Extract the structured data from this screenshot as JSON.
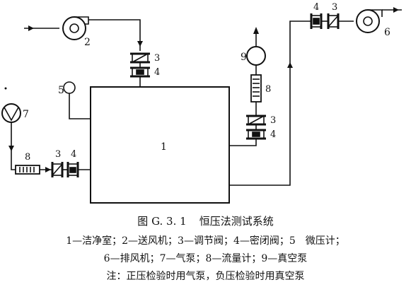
{
  "labels": {
    "chamber": "1",
    "supply_fan": "2",
    "regulating_valve": "3",
    "closing_valve": "4",
    "micro_manometer": "5",
    "exhaust_fan": "6",
    "air_pump": "7",
    "flowmeter": "8",
    "vacuum_pump": "9"
  },
  "figure": {
    "number": "图 G. 3. 1",
    "title": "恒压法测试系统"
  },
  "legend": {
    "line1": "1—洁净室；2—送风机；3—调节阀；4—密闭阀；5　微压计；",
    "line2": "6—排风机；7—气泵；8—流量计；9—真空泵"
  },
  "note": "注：正压检验时用气泵，负压检验时用真空泵"
}
